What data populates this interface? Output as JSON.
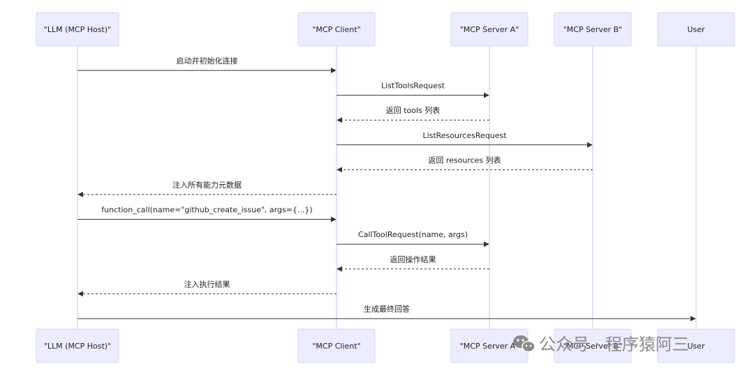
{
  "participants": [
    {
      "id": "llm",
      "label": "\"LLM (MCP Host)\""
    },
    {
      "id": "client",
      "label": "\"MCP Client\""
    },
    {
      "id": "serverA",
      "label": "\"MCP Server A\""
    },
    {
      "id": "serverB",
      "label": "\"MCP Server B\""
    },
    {
      "id": "user",
      "label": "User"
    }
  ],
  "messages": [
    {
      "from": "llm",
      "to": "client",
      "text": "启动并初始化连接",
      "style": "solid"
    },
    {
      "from": "client",
      "to": "serverA",
      "text": "ListToolsRequest",
      "style": "solid"
    },
    {
      "from": "serverA",
      "to": "client",
      "text": "返回 tools 列表",
      "style": "dashed"
    },
    {
      "from": "client",
      "to": "serverB",
      "text": "ListResourcesRequest",
      "style": "solid"
    },
    {
      "from": "serverB",
      "to": "client",
      "text": "返回 resources 列表",
      "style": "dashed"
    },
    {
      "from": "client",
      "to": "llm",
      "text": "注入所有能力元数据",
      "style": "dashed"
    },
    {
      "from": "llm",
      "to": "client",
      "text": "function_call(name=\"github_create_issue\", args={...})",
      "style": "solid"
    },
    {
      "from": "client",
      "to": "serverA",
      "text": "CallToolRequest(name, args)",
      "style": "solid"
    },
    {
      "from": "serverA",
      "to": "client",
      "text": "返回操作结果",
      "style": "dashed"
    },
    {
      "from": "client",
      "to": "llm",
      "text": "注入执行结果",
      "style": "dashed"
    },
    {
      "from": "llm",
      "to": "user",
      "text": "生成最终回答",
      "style": "solid"
    }
  ],
  "watermark": {
    "text": "公众号 · 程序猿阿三",
    "icon": "wechat-icon"
  },
  "colors": {
    "actor_fill": "#ececff",
    "actor_stroke": "#d6d6f5",
    "lifeline": "#c9c6f0",
    "arrow": "#333333",
    "watermark": "#8a8a8a"
  }
}
